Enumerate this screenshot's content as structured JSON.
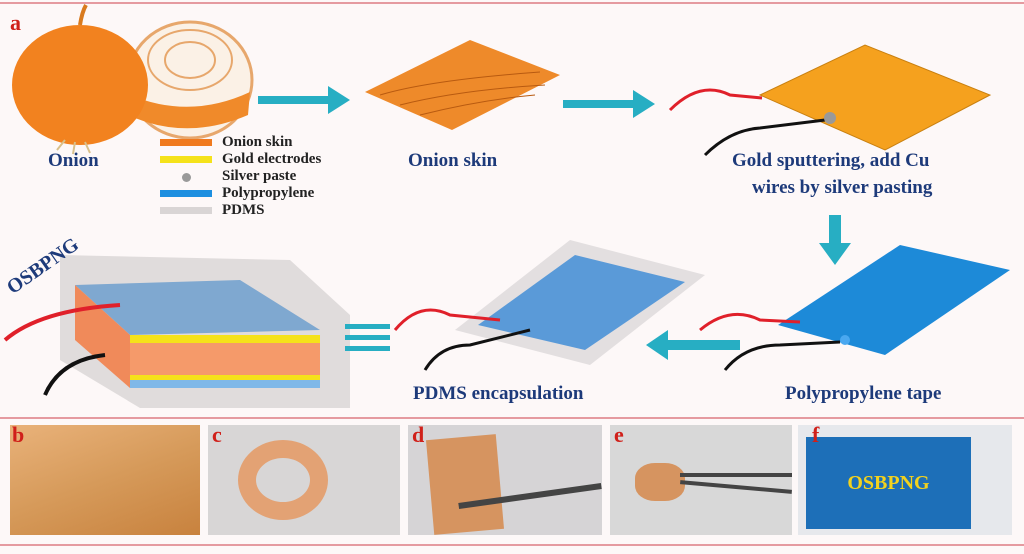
{
  "panel_labels": {
    "a": "a",
    "b": "b",
    "c": "c",
    "d": "d",
    "e": "e",
    "f": "f"
  },
  "steps": {
    "onion": "Onion",
    "onion_skin": "Onion skin",
    "gold_line1": "Gold sputtering, add Cu",
    "gold_line2": "wires by silver pasting",
    "polypropylene": "Polypropylene tape",
    "pdms": "PDMS encapsulation",
    "device": "OSBPNG"
  },
  "legend": [
    {
      "label": "Onion skin",
      "color": "#f07a1e"
    },
    {
      "label": "Gold electrodes",
      "color": "#f5e21a"
    },
    {
      "label": "Silver paste",
      "color": "#9a9a9a"
    },
    {
      "label": "Polypropylene",
      "color": "#1d8fe0"
    },
    {
      "label": "PDMS",
      "color": "#d9d5d5"
    }
  ],
  "photo_f_text": "OSBPNG",
  "colors": {
    "arrow": "#27aec3",
    "frame": "#e59aa0",
    "label": "#d0201a",
    "text": "#1d3a7a"
  }
}
